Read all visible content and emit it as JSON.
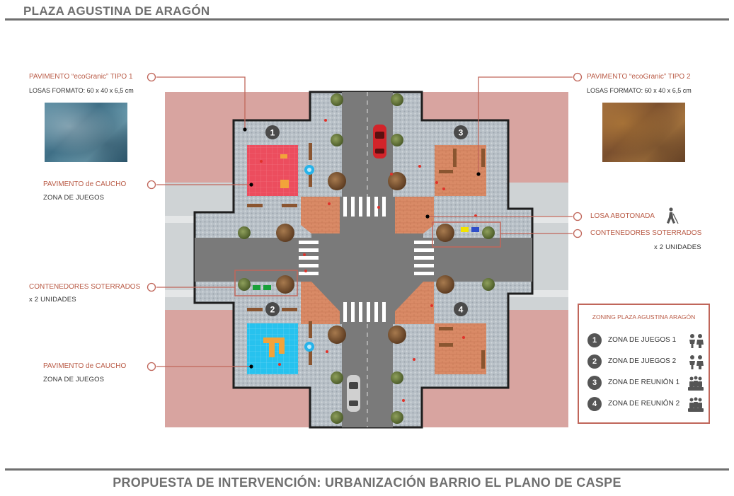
{
  "header": {
    "title": "PLAZA AGUSTINA DE ARAGÓN"
  },
  "footer": {
    "title": "PROPUESTA DE INTERVENCIÓN: URBANIZACIÓN BARRIO EL PLANO DE CASPE"
  },
  "annotations": {
    "paving_1": {
      "title": "PAVIMENTO  “ecoGranic”  TIPO 1",
      "subtitle": "LOSAS FORMATO: 60 x 40 x 6,5 cm"
    },
    "paving_2": {
      "title": "PAVIMENTO  “ecoGranic”  TIPO 2",
      "subtitle": "LOSAS FORMATO: 60 x 40 x 6,5 cm"
    },
    "rubber_1": {
      "title": "PAVIMENTO de CAUCHO",
      "subtitle": "ZONA DE JUEGOS"
    },
    "rubber_2": {
      "title": "PAVIMENTO de CAUCHO",
      "subtitle": "ZONA DE JUEGOS"
    },
    "tactile": {
      "title": "LOSA ABOTONADA"
    },
    "containers_right": {
      "title": "CONTENEDORES SOTERRADOS",
      "subtitle": "x 2 UNIDADES"
    },
    "containers_left": {
      "title": "CONTENEDORES SOTERRADOS",
      "subtitle": "x 2 UNIDADES"
    }
  },
  "zone_markers": [
    "1",
    "2",
    "3",
    "4"
  ],
  "legend": {
    "title": "ZONING PLAZA AGUSTINA ARAGÓN",
    "items": [
      {
        "num": "1",
        "label": "ZONA DE JUEGOS 1",
        "icon": "children-icon"
      },
      {
        "num": "2",
        "label": "ZONA DE JUEGOS 2",
        "icon": "children-icon"
      },
      {
        "num": "3",
        "label": "ZONA DE REUNIÓN 1",
        "icon": "group-icon"
      },
      {
        "num": "4",
        "label": "ZONA DE REUNIÓN 2",
        "icon": "group-icon"
      }
    ]
  },
  "colors": {
    "accent": "#b95a45",
    "plaza_pink": "#d8a4a0",
    "road": "#7a7a7a",
    "pavement": "#b9c0c6",
    "brick": "#d98a66",
    "rubber_red": "#ec4d5e",
    "rubber_blue": "#27c2ee"
  }
}
